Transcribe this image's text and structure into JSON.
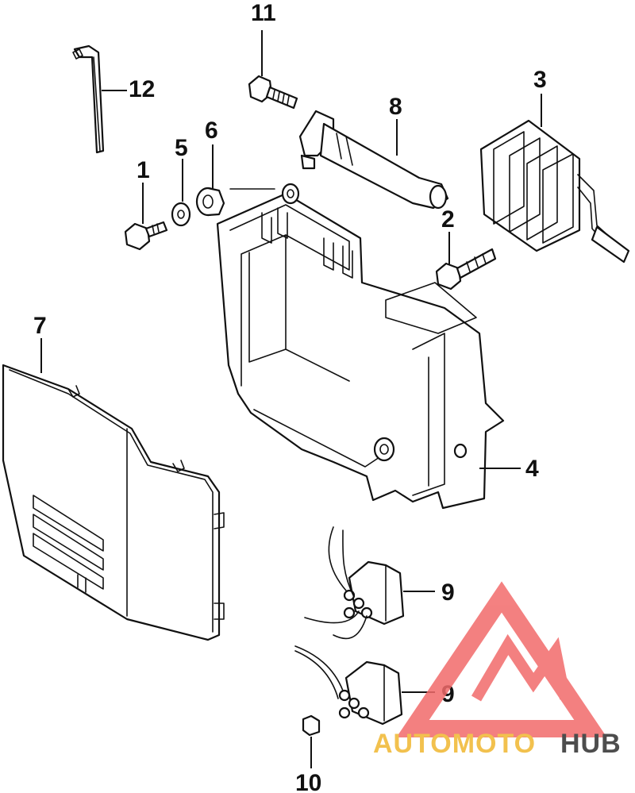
{
  "callouts": {
    "c1": "1",
    "c2": "2",
    "c3": "3",
    "c4": "4",
    "c5": "5",
    "c6": "6",
    "c7": "7",
    "c8": "8",
    "c9a": "9",
    "c9b": "9",
    "c10": "10",
    "c11": "11",
    "c12": "12"
  },
  "watermark": {
    "part1": "AUTOMOTO",
    "part2": "HUB",
    "logo_color": "#f26b6b",
    "text_color_1": "#f2c14e",
    "text_color_2": "#4d4d4d"
  }
}
